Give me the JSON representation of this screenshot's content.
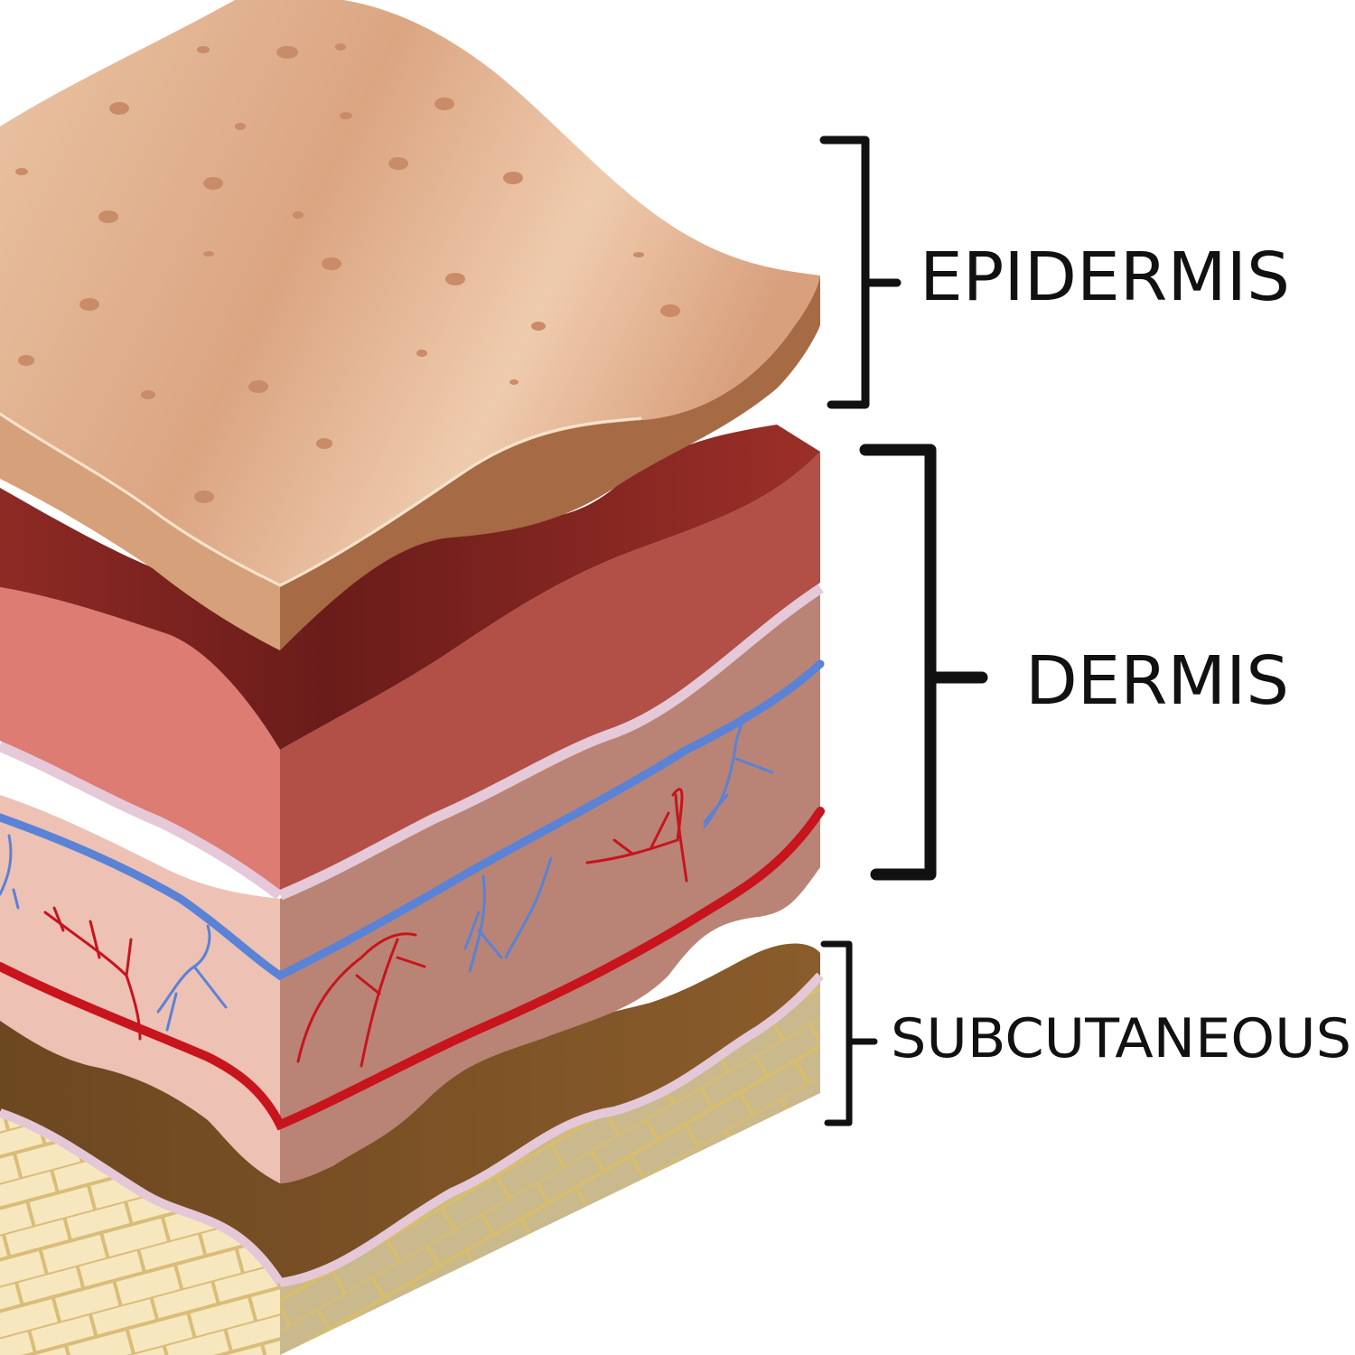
{
  "labels": {
    "epidermis": "EPIDERMIS",
    "dermis": "DERMIS",
    "subcutaneous": "SUBCUTANEOUS"
  },
  "colors": {
    "skin_top_light": "#ecc6a6",
    "skin_top_dark": "#d8a17c",
    "skin_side": "#a66a45",
    "skin_pore": "#c98d6a",
    "dermis_top_dark": "#6e1f1c",
    "dermis_top_mid": "#8c2a24",
    "dermis_front": "#dc7b72",
    "dermis_side": "#b24e46",
    "membrane": "#e4c7d7",
    "papillary_front": "#ecc0b4",
    "papillary_side": "#b98375",
    "vein": "#5a82d6",
    "artery": "#c8141c",
    "fat_brown": "#7a5226",
    "fat_cells_front": "#f7e6bd",
    "fat_cells_side": "#c8b88a",
    "fat_cell_line": "#d8b870",
    "bracket": "#111111"
  }
}
